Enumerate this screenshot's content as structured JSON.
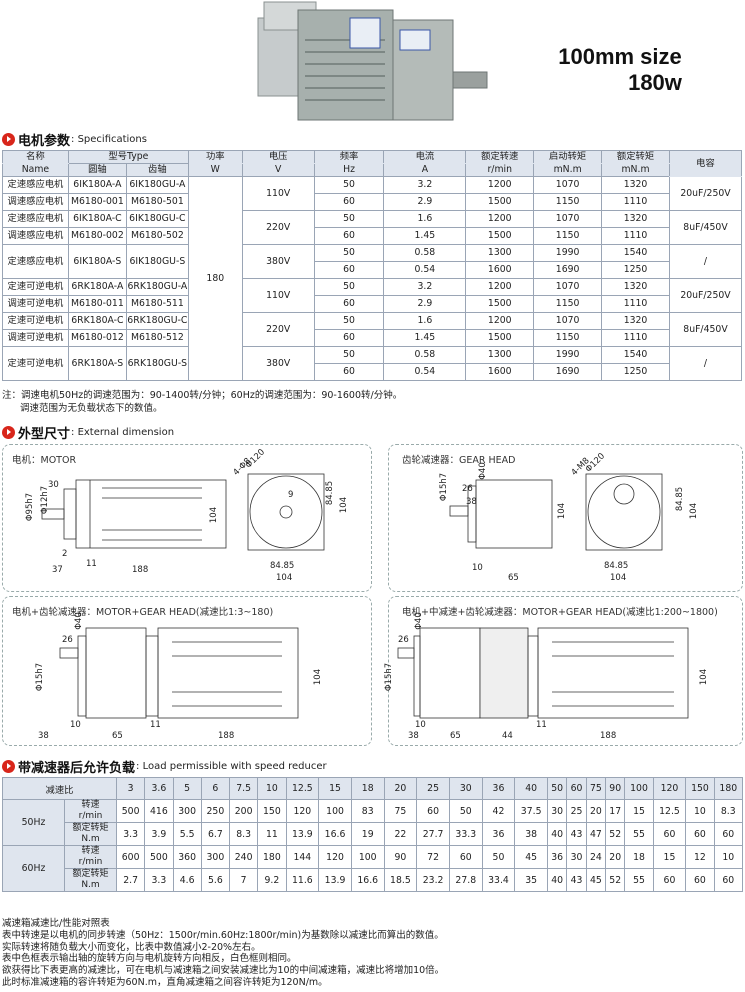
{
  "title": {
    "size": "100mm size",
    "power": "180w"
  },
  "sections": {
    "spec": {
      "zh": "电机参数",
      "en": ": Specifications"
    },
    "dim": {
      "zh": "外型尺寸",
      "en": ": External dimension"
    },
    "load": {
      "zh": "带减速器后允许负载",
      "en": ": Load permissible with speed reducer"
    }
  },
  "spec_table": {
    "headers": {
      "name": "名称",
      "name_en": "Name",
      "type": "型号Type",
      "round": "圆轴",
      "gear": "齿轴",
      "power": "功率",
      "power_unit": "W",
      "voltage": "电压",
      "voltage_unit": "V",
      "freq": "频率",
      "freq_unit": "Hz",
      "current": "电流",
      "current_unit": "A",
      "speed": "额定转速",
      "speed_unit": "r/min",
      "start_torque": "启动转矩",
      "start_torque_unit": "mN.m",
      "rated_torque": "额定转矩",
      "rated_torque_unit": "mN.m",
      "cap": "电容"
    },
    "power_value": "180",
    "groups": [
      {
        "name1": "定速感应电机",
        "round1": "6IK180A-A",
        "gear1": "6IK180GU-A",
        "name2": "调速感应电机",
        "round2": "M6180-001",
        "gear2": "M6180-501",
        "voltage": "110V",
        "cap": "20uF/250V",
        "rows": [
          [
            "50",
            "3.2",
            "1200",
            "1070",
            "1320"
          ],
          [
            "60",
            "2.9",
            "1500",
            "1150",
            "1110"
          ]
        ]
      },
      {
        "name1": "定速感应电机",
        "round1": "6IK180A-C",
        "gear1": "6IK180GU-C",
        "name2": "调速感应电机",
        "round2": "M6180-002",
        "gear2": "M6180-502",
        "voltage": "220V",
        "cap": "8uF/450V",
        "rows": [
          [
            "50",
            "1.6",
            "1200",
            "1070",
            "1320"
          ],
          [
            "60",
            "1.45",
            "1500",
            "1150",
            "1110"
          ]
        ]
      },
      {
        "name1": "定速感应电机",
        "round1": "6IK180A-S",
        "gear1": "6IK180GU-S",
        "name2": "",
        "round2": "",
        "gear2": "",
        "voltage": "380V",
        "cap": "/",
        "rows": [
          [
            "50",
            "0.58",
            "1300",
            "1990",
            "1540"
          ],
          [
            "60",
            "0.54",
            "1600",
            "1690",
            "1250"
          ]
        ]
      },
      {
        "name1": "定速可逆电机",
        "round1": "6RK180A-A",
        "gear1": "6RK180GU-A",
        "name2": "调速可逆电机",
        "round2": "M6180-011",
        "gear2": "M6180-511",
        "voltage": "110V",
        "cap": "20uF/250V",
        "rows": [
          [
            "50",
            "3.2",
            "1200",
            "1070",
            "1320"
          ],
          [
            "60",
            "2.9",
            "1500",
            "1150",
            "1110"
          ]
        ]
      },
      {
        "name1": "定速可逆电机",
        "round1": "6RK180A-C",
        "gear1": "6RK180GU-C",
        "name2": "调速可逆电机",
        "round2": "M6180-012",
        "gear2": "M6180-512",
        "voltage": "220V",
        "cap": "8uF/450V",
        "rows": [
          [
            "50",
            "1.6",
            "1200",
            "1070",
            "1320"
          ],
          [
            "60",
            "1.45",
            "1500",
            "1150",
            "1110"
          ]
        ]
      },
      {
        "name1": "定速可逆电机",
        "round1": "6RK180A-S",
        "gear1": "6RK180GU-S",
        "name2": "",
        "round2": "",
        "gear2": "",
        "voltage": "380V",
        "cap": "/",
        "rows": [
          [
            "50",
            "0.58",
            "1300",
            "1990",
            "1540"
          ],
          [
            "60",
            "0.54",
            "1600",
            "1690",
            "1250"
          ]
        ]
      }
    ]
  },
  "spec_note": {
    "line1": "注：调速电机50Hz的调速范围为：90-1400转/分钟；60Hz的调速范围为：90-1600转/分钟。",
    "line2": "调速范围为无负载状态下的数值。"
  },
  "drawings": {
    "motor": "电机：MOTOR",
    "gear_head": "齿轮减速器：GEAR HEAD",
    "motor_gear": "电机+齿轮减速器：MOTOR+GEAR HEAD(减速比1:3~180)",
    "motor_mid_gear": "电机+中减速+齿轮减速器：MOTOR+GEAR HEAD(减速比1:200~1800)",
    "d_motor": {
      "a": "Φ95h7",
      "b": "Φ12h7",
      "c": "30",
      "d": "2",
      "e": "37",
      "f": "11",
      "g": "188",
      "h": "104",
      "i": "84.85",
      "j": "104",
      "k": "9",
      "l": "Φ120",
      "m": "4-Φ8",
      "n": "84.85",
      "o": "104"
    },
    "d_gear": {
      "a": "Φ15h7",
      "b": "Φ40",
      "c": "26",
      "d": "38",
      "e": "10",
      "f": "65",
      "g": "104",
      "h": "Φ120",
      "i": "4-M8",
      "j": "84.85",
      "k": "104",
      "l": "84.85",
      "m": "104"
    },
    "d_mg": {
      "a": "Φ40",
      "b": "26",
      "c": "Φ15h7",
      "d": "38",
      "e": "10",
      "f": "65",
      "g": "11",
      "h": "188",
      "i": "104"
    },
    "d_mmg": {
      "a": "Φ40",
      "b": "26",
      "c": "Φ15h7",
      "d": "38",
      "e": "10",
      "f": "65",
      "g": "11",
      "h": "44",
      "i": "188",
      "j": "104"
    }
  },
  "load_table": {
    "ratio_label": "减速比",
    "ratios": [
      "3",
      "3.6",
      "5",
      "6",
      "7.5",
      "10",
      "12.5",
      "15",
      "18",
      "20",
      "25",
      "30",
      "36",
      "40",
      "50",
      "60",
      "75",
      "90",
      "100",
      "120",
      "150",
      "180"
    ],
    "hz50": "50Hz",
    "hz60": "60Hz",
    "speed_label": "转速",
    "speed_unit": "r/min",
    "torque_label": "额定转矩",
    "torque_unit": "N.m",
    "s50": [
      "500",
      "416",
      "300",
      "250",
      "200",
      "150",
      "120",
      "100",
      "83",
      "75",
      "60",
      "50",
      "42",
      "37.5",
      "30",
      "25",
      "20",
      "17",
      "15",
      "12.5",
      "10",
      "8.3"
    ],
    "t50": [
      "3.3",
      "3.9",
      "5.5",
      "6.7",
      "8.3",
      "11",
      "13.9",
      "16.6",
      "19",
      "22",
      "27.7",
      "33.3",
      "36",
      "38",
      "40",
      "43",
      "47",
      "52",
      "55",
      "60",
      "60",
      "60"
    ],
    "s60": [
      "600",
      "500",
      "360",
      "300",
      "240",
      "180",
      "144",
      "120",
      "100",
      "90",
      "72",
      "60",
      "50",
      "45",
      "36",
      "30",
      "24",
      "20",
      "18",
      "15",
      "12",
      "10"
    ],
    "t60": [
      "2.7",
      "3.3",
      "4.6",
      "5.6",
      "7",
      "9.2",
      "11.6",
      "13.9",
      "16.6",
      "18.5",
      "23.2",
      "27.8",
      "33.4",
      "35",
      "40",
      "43",
      "45",
      "52",
      "55",
      "60",
      "60",
      "60"
    ]
  },
  "bottom_notes": [
    "减速箱减速比/性能对照表",
    "表中转速是以电机的同步转速（50Hz：1500r/min.60Hz:1800r/min)为基数除以减速比而算出的数值。",
    "实际转速将随负载大小而变化，比表中数值减小2-20%左右。",
    "表中色框表示输出轴的旋转方向与电机旋转方向相反，白色框则相同。",
    "欲获得比下表更高的减速比，可在电机与减速箱之间安装减速比为10的中间减速箱，减速比将增加10倍。",
    "此时标准减速箱的容许转矩为60N.m，直角减速箱之间容许转矩为120N/m。"
  ],
  "colors": {
    "accent": "#d8261b",
    "header_bg": "#dfe5ee",
    "border": "#9aa5b5"
  }
}
